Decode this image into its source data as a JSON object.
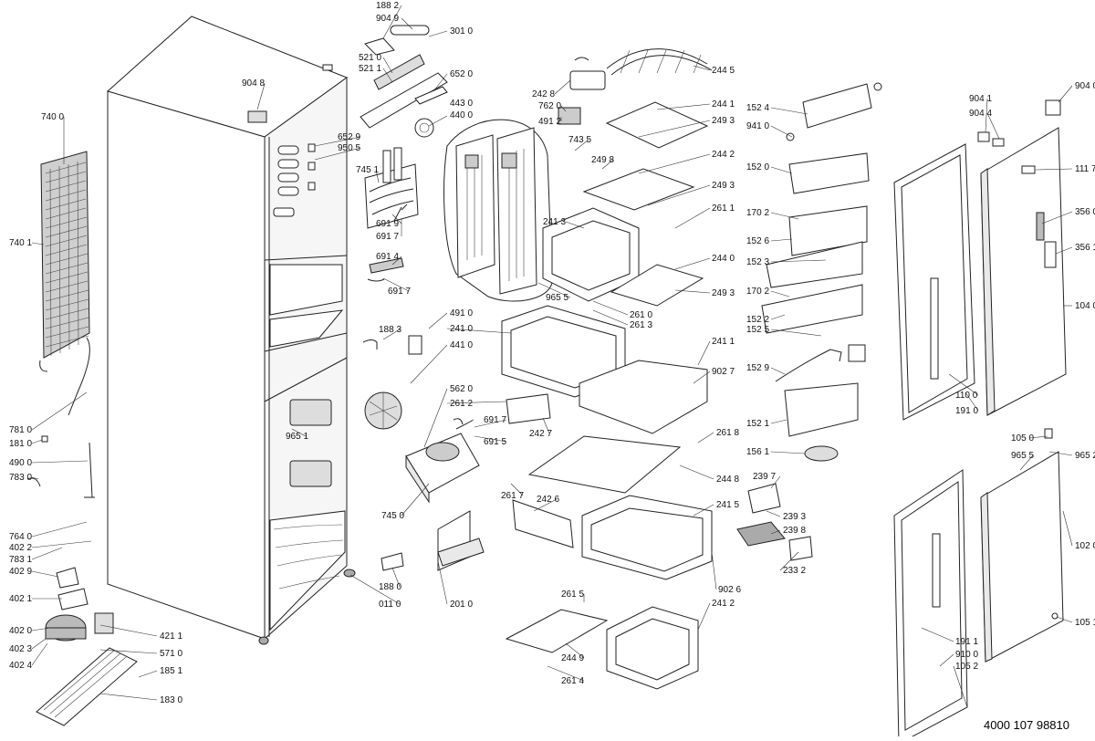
{
  "diagram": {
    "document_code": "4000 107 98810",
    "part_labels": [
      "188 2",
      "904 9",
      "301 0",
      "521 0",
      "521 1",
      "652 0",
      "904 8",
      "443 0",
      "440 0",
      "740 0",
      "652 9",
      "950 5",
      "745 1",
      "743 5",
      "691 9",
      "691 7",
      "691 4",
      "691 7",
      "740 1",
      "188 3",
      "491 0",
      "241 0",
      "441 0",
      "965 1",
      "562 0",
      "261 2",
      "691 7",
      "691 5",
      "242 7",
      "745 0",
      "781 0",
      "181 0",
      "490 0",
      "783 0",
      "764 0",
      "402 2",
      "783 1",
      "402 9",
      "402 1",
      "188 0",
      "011 0",
      "201 0",
      "402 0",
      "421 1",
      "402 3",
      "571 0",
      "402 4",
      "185 1",
      "183 0",
      "242 8",
      "762 0",
      "491 2",
      "244 5",
      "244 1",
      "249 3",
      "249 8",
      "244 2",
      "249 3",
      "241 3",
      "261 1",
      "244 0",
      "249 3",
      "965 5",
      "261 0",
      "261 3",
      "241 1",
      "902 7",
      "261 8",
      "244 8",
      "261 7",
      "242 6",
      "239 7",
      "239 3",
      "239 8",
      "233 2",
      "241 5",
      "902 6",
      "261 5",
      "241 2",
      "244 9",
      "261 4",
      "152 4",
      "941 0",
      "152 0",
      "170 2",
      "152 6",
      "152 3",
      "170 2",
      "152 2",
      "152 5",
      "152 9",
      "152 1",
      "156 1",
      "904 1",
      "904 4",
      "904 0",
      "111 7",
      "356 0",
      "356 1",
      "104 0",
      "110 0",
      "191 0",
      "105 0",
      "965 5",
      "965 2",
      "102 0",
      "105 1",
      "191 1",
      "910 0",
      "105 2"
    ]
  }
}
